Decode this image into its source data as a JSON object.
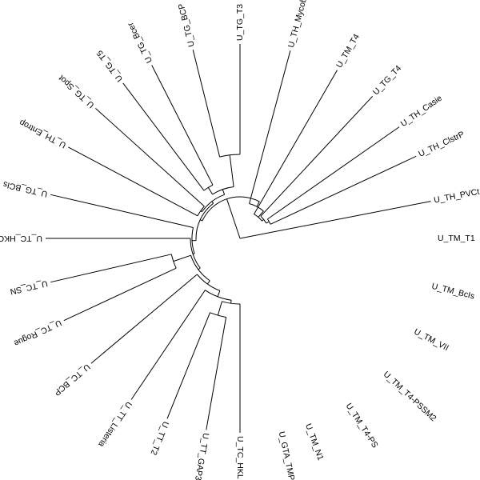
{
  "tree": {
    "leaves": [
      {
        "id": "TM_T1",
        "label": "U_TM_T1"
      },
      {
        "id": "TM_Bcls",
        "label": "U_TM_BcIs"
      },
      {
        "id": "TM_VII",
        "label": "U_TM_VII"
      },
      {
        "id": "TM_T4PSSM2",
        "label": "U_TM_T4-PSSM2"
      },
      {
        "id": "TM_T4PS",
        "label": "U_TM_T4-PS"
      },
      {
        "id": "TM_N1",
        "label": "U_TM_N1"
      },
      {
        "id": "GTA_TMP",
        "label": "U_GTA_TMP"
      },
      {
        "id": "TC_HKL",
        "label": "U_TC_HKL"
      },
      {
        "id": "TT_GAP",
        "label": "U_TT_GAP3"
      },
      {
        "id": "TT_T2",
        "label": "U_TT_T2"
      },
      {
        "id": "TT_Listeria",
        "label": "U_TT_Listeria"
      },
      {
        "id": "TC_BCP",
        "label": "U_TC_BCP"
      },
      {
        "id": "TC_Rogue",
        "label": "U_TC_Rogue"
      },
      {
        "id": "TC_SN",
        "label": "U_TC_SN"
      },
      {
        "id": "TC_HKC",
        "label": "U_TC_HKC"
      },
      {
        "id": "TG_BCls",
        "label": "U_TG_BCIs"
      },
      {
        "id": "TH_Entrop",
        "label": "U_TH_Entrop"
      },
      {
        "id": "TG_Spot",
        "label": "U_TG_Spot"
      },
      {
        "id": "TG_T5",
        "label": "U_TG_T5"
      },
      {
        "id": "TG_Bcer",
        "label": "U_TG_Bcer"
      },
      {
        "id": "TG_BCP",
        "label": "U_TG_BCP"
      },
      {
        "id": "TG_T3",
        "label": "U_TG_T3"
      },
      {
        "id": "TH_Mycob",
        "label": "U_TH_Mycob"
      },
      {
        "id": "TM_T4",
        "label": "U_TM_T4"
      },
      {
        "id": "TG_T4",
        "label": "U_TG_T4"
      },
      {
        "id": "TH_Casie",
        "label": "U_TH_Casie"
      },
      {
        "id": "TH_ClstrP",
        "label": "U_TH_ClstrP"
      },
      {
        "id": "TH_PVC",
        "label": "U_TH_PVCt"
      }
    ]
  }
}
